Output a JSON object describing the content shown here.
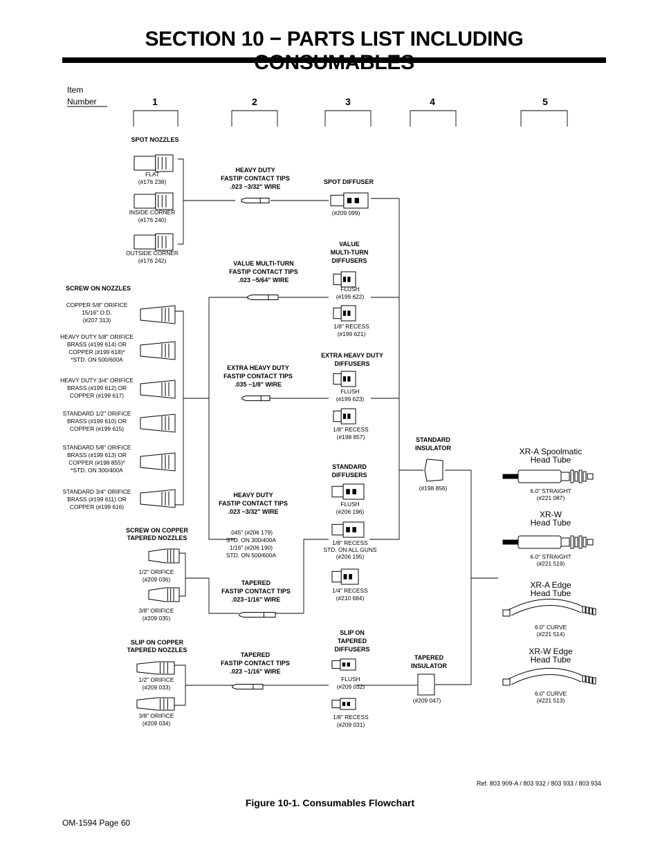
{
  "page_title": "SECTION 10 − PARTS LIST INCLUDING CONSUMABLES",
  "item_label": [
    "Item",
    "Number"
  ],
  "item_numbers": [
    "1",
    "2",
    "3",
    "4",
    "5"
  ],
  "col1": {
    "spot_nozzles_header": "SPOT NOZZLES",
    "spot_nozzles": [
      [
        "FLAT",
        "(#176 238)"
      ],
      [
        "INSIDE CORNER",
        "(#176 240)"
      ],
      [
        "OUTSIDE CORNER",
        "(#176 242)"
      ]
    ],
    "screw_on_header": "SCREW ON NOZZLES",
    "screw_on_nozzles": [
      [
        "COPPER 5/8\" ORIFICE",
        "15/16\" O.D.",
        "(#207 313)"
      ],
      [
        "HEAVY DUTY 5/8\" ORIFICE",
        "BRASS (#199 614) OR",
        "COPPER (#199 618)*",
        "*STD. ON 500/600A"
      ],
      [
        "HEAVY DUTY 3/4\" ORIFICE",
        "BRASS (#199 612) OR",
        "COPPER (#199 617)"
      ],
      [
        "STANDARD 1/2\" ORIFICE",
        "BRASS (#199 610) OR",
        "COPPER (#199 615)"
      ],
      [
        "STANDARD 5/8\" ORIFICE",
        "BRASS (#199 613) OR",
        "COPPER (#198 855)*",
        "*STD. ON 300/400A"
      ],
      [
        "STANDARD 3/4\" ORIFICE",
        "BRASS (#199 611) OR",
        "COPPER (#199 616)"
      ]
    ],
    "screw_tapered_header": [
      "SCREW ON COPPER",
      "TAPERED NOZZLES"
    ],
    "screw_tapered": [
      [
        "1/2\" ORIFICE",
        "(#209 036)"
      ],
      [
        "3/8\" ORIFICE",
        "(#209 035)"
      ]
    ],
    "slip_tapered_header": [
      "SLIP ON COPPER",
      "TAPERED NOZZLES"
    ],
    "slip_tapered": [
      [
        "1/2\" ORIFICE",
        "(#209 033)"
      ],
      [
        "3/8\" ORIFICE",
        "(#209 034)"
      ]
    ]
  },
  "col2": {
    "tips": [
      [
        "HEAVY DUTY",
        "FASTIP CONTACT TIPS",
        ".023 −3/32\" WIRE"
      ],
      [
        "VALUE MULTI-TURN",
        "FASTIP CONTACT TIPS",
        ".023 −5/64\" WIRE"
      ],
      [
        "EXTRA HEAVY DUTY",
        "FASTIP CONTACT TIPS",
        ".035 −1/8\" WIRE"
      ],
      [
        "HEAVY DUTY",
        "FASTIP CONTACT TIPS",
        ".023 −3/32\" WIRE"
      ],
      [
        "TAPERED",
        "FASTIP CONTACT TIPS",
        ".023−1/16\" WIRE"
      ],
      [
        "TAPERED",
        "FASTIP CONTACT TIPS",
        ".023 −1/16\" WIRE"
      ]
    ],
    "hd_sizes": [
      ".045\" (#206 179)",
      "STD. ON 300/400A",
      "1/16\" (#206 190)",
      "STD. ON 500/600A"
    ]
  },
  "col3": {
    "spot_header": "SPOT DIFFUSER",
    "spot_pn": "(#209 099)",
    "value_header": [
      "VALUE",
      "MULTI-TURN",
      "DIFFUSERS"
    ],
    "value": [
      [
        "FLUSH",
        "(#199 622)"
      ],
      [
        "1/8\" RECESS",
        "(#199 621)"
      ]
    ],
    "ehd_header": [
      "EXTRA HEAVY DUTY",
      "DIFFUSERS"
    ],
    "ehd": [
      [
        "FLUSH",
        "(#199 623)"
      ],
      [
        "1/8\" RECESS",
        "(#198 857)"
      ]
    ],
    "std_header": [
      "STANDARD",
      "DIFFUSERS"
    ],
    "std": [
      [
        "FLUSH",
        "(#206 196)"
      ],
      [
        "1/8\" RECESS",
        "STD. ON ALL GUNS",
        "(#206 195)"
      ],
      [
        "1/4\" RECESS",
        "(#210 684)"
      ]
    ],
    "slip_header": [
      "SLIP ON",
      "TAPERED",
      "DIFFUSERS"
    ],
    "slip": [
      [
        "FLUSH",
        "(#209 032)"
      ],
      [
        "1/8\" RECESS",
        "(#209 031)"
      ]
    ]
  },
  "col4": {
    "std_insulator": [
      "STANDARD",
      "INSULATOR"
    ],
    "std_insulator_pn": "(#198 856)",
    "tapered_insulator": [
      "TAPERED",
      "INSULATOR"
    ],
    "tapered_insulator_pn": "(#209 047)"
  },
  "col5": {
    "head_tubes": [
      {
        "name": [
          "XR-A Spoolmatic",
          "Head Tube"
        ],
        "spec": [
          "6.0\" STRAIGHT",
          "(#221 087)"
        ]
      },
      {
        "name": [
          "XR-W",
          "Head Tube"
        ],
        "spec": [
          "6.0\" STRAIGHT",
          "(#221 519)"
        ]
      },
      {
        "name": [
          "XR-A Edge",
          "Head Tube"
        ],
        "spec": [
          "6.0\" CURVE",
          "(#221 514)"
        ]
      },
      {
        "name": [
          "XR-W Edge",
          "Head Tube"
        ],
        "spec": [
          "6.0\" CURVE",
          "(#221 513)"
        ]
      }
    ]
  },
  "reference": "Ref. 803 909-A / 803 932 / 803 933 / 803 934",
  "caption": "Figure 10-1. Consumables Flowchart",
  "footer": "OM-1594 Page 60"
}
